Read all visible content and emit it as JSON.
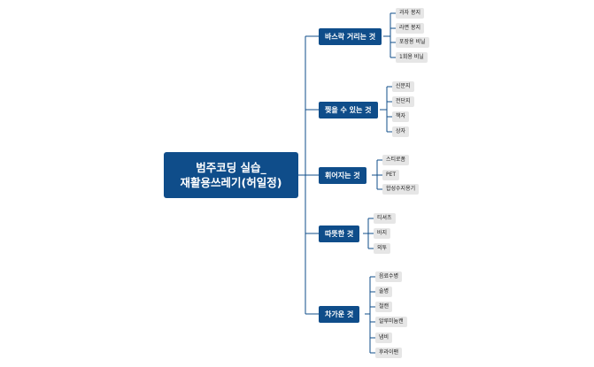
{
  "colors": {
    "node": "#0f4d8a",
    "leaf_bg": "#e6e6e6",
    "line": "#0f4d8a"
  },
  "root": {
    "line1": "범주코딩 실습_",
    "line2": "재활용쓰레기(허일정)"
  },
  "branches": [
    {
      "label": "바스락 거리는 것",
      "leaves": [
        "과자 봉지",
        "라면 봉지",
        "포장용 비닐",
        "1회용 비닐"
      ]
    },
    {
      "label": "찢을 수 있는 것",
      "leaves": [
        "신문지",
        "전단지",
        "책자",
        "상자"
      ]
    },
    {
      "label": "휘어지는 것",
      "leaves": [
        "스티로폼",
        "PET",
        "합성수지용기"
      ]
    },
    {
      "label": "따뜻한 것",
      "leaves": [
        "티셔츠",
        "바지",
        "외투"
      ]
    },
    {
      "label": "차가운 것",
      "leaves": [
        "음료수병",
        "술병",
        "철캔",
        "알루미늄캔",
        "냄비",
        "후라이팬"
      ]
    }
  ]
}
